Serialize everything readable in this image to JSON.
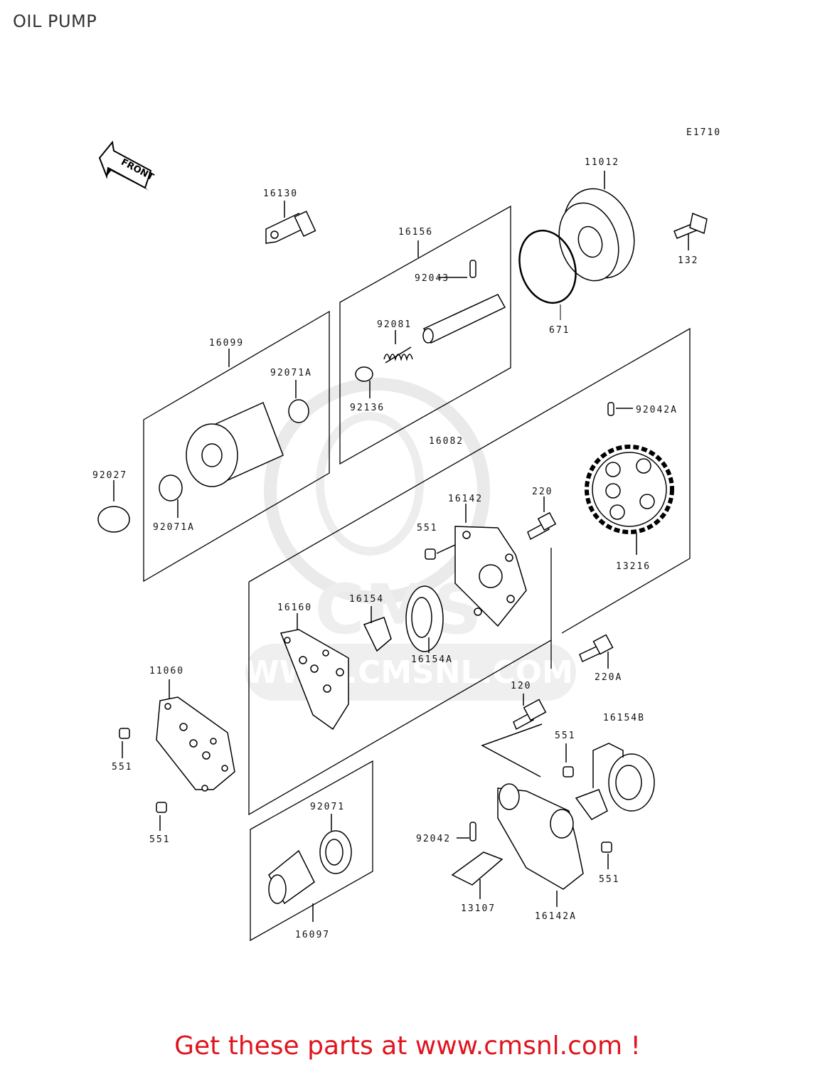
{
  "title": "OIL PUMP",
  "diagram_code": "E1710",
  "front_label": "FRONT",
  "watermark": "WWW.CMSNL.COM",
  "cta": "Get these parts at www.cmsnl.com !",
  "colors": {
    "cta": "#e0141e",
    "line": "#000000",
    "watermark": "#e6e6e6"
  },
  "parts": [
    {
      "id": "p11012",
      "label": "11012"
    },
    {
      "id": "p132",
      "label": "132"
    },
    {
      "id": "p671",
      "label": "671"
    },
    {
      "id": "p16130",
      "label": "16130"
    },
    {
      "id": "p16156",
      "label": "16156"
    },
    {
      "id": "p92043",
      "label": "92043"
    },
    {
      "id": "p92081",
      "label": "92081"
    },
    {
      "id": "p92136",
      "label": "92136"
    },
    {
      "id": "p16099",
      "label": "16099"
    },
    {
      "id": "p92071A_top",
      "label": "92071A"
    },
    {
      "id": "p92071A_bot",
      "label": "92071A"
    },
    {
      "id": "p92027",
      "label": "92027"
    },
    {
      "id": "p16082",
      "label": "16082"
    },
    {
      "id": "p92042A",
      "label": "92042A"
    },
    {
      "id": "p13216",
      "label": "13216"
    },
    {
      "id": "p220",
      "label": "220"
    },
    {
      "id": "p16142",
      "label": "16142"
    },
    {
      "id": "p551_a",
      "label": "551"
    },
    {
      "id": "p16154",
      "label": "16154"
    },
    {
      "id": "p16154A",
      "label": "16154A"
    },
    {
      "id": "p16160",
      "label": "16160"
    },
    {
      "id": "p220A",
      "label": "220A"
    },
    {
      "id": "p11060",
      "label": "11060"
    },
    {
      "id": "p551_b",
      "label": "551"
    },
    {
      "id": "p551_c",
      "label": "551"
    },
    {
      "id": "p120",
      "label": "120"
    },
    {
      "id": "p16154B",
      "label": "16154B"
    },
    {
      "id": "p551_d",
      "label": "551"
    },
    {
      "id": "p92042",
      "label": "92042"
    },
    {
      "id": "p551_e",
      "label": "551"
    },
    {
      "id": "p13107",
      "label": "13107"
    },
    {
      "id": "p16142A",
      "label": "16142A"
    },
    {
      "id": "p92071",
      "label": "92071"
    },
    {
      "id": "p16097",
      "label": "16097"
    }
  ]
}
